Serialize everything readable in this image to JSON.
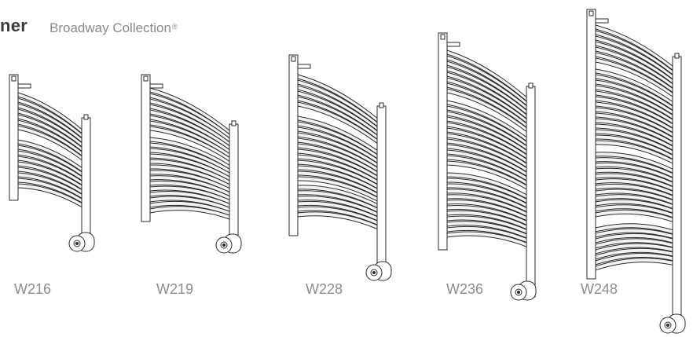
{
  "header": {
    "brand": "ner",
    "collection": "Broadway Collection",
    "registered": "®"
  },
  "products": [
    {
      "model": "W216",
      "icon": "towel-warmer-illustration"
    },
    {
      "model": "W219",
      "icon": "towel-warmer-illustration"
    },
    {
      "model": "W228",
      "icon": "towel-warmer-illustration"
    },
    {
      "model": "W236",
      "icon": "towel-warmer-illustration"
    },
    {
      "model": "W248",
      "icon": "towel-warmer-illustration"
    }
  ]
}
